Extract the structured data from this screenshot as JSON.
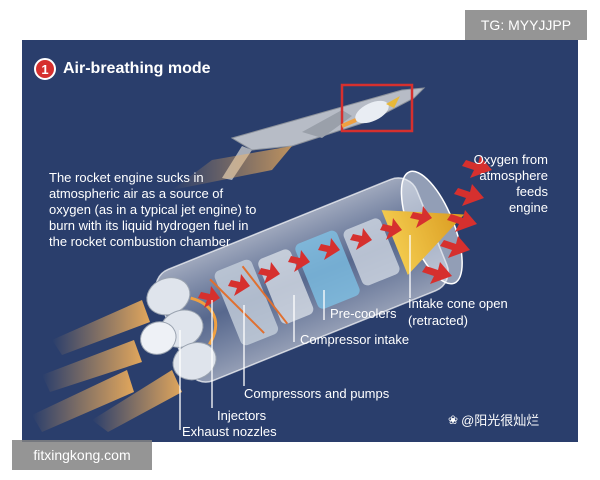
{
  "title": {
    "number": "1",
    "text": "Air-breathing mode"
  },
  "description": "The rocket engine sucks in atmospheric air as a source of oxygen (as in a typical jet engine) to burn with its liquid hydrogen fuel in the rocket combustion chamber",
  "oxygen_label": [
    "Oxygen from",
    "atmosphere",
    "feeds",
    "engine"
  ],
  "intake_label": [
    "Intake cone open",
    "(retracted)"
  ],
  "parts": {
    "precoolers": "Pre-coolers",
    "compressor_intake": "Compressor intake",
    "compressors_pumps": "Compressors and pumps",
    "injectors": "Injectors",
    "exhaust_nozzles": "Exhaust nozzles"
  },
  "watermark_tg": "TG: MYYJJPP",
  "watermark_site": "fitxingkong.com",
  "credit": "@阳光很灿烂",
  "colors": {
    "background": "#2a3e6c",
    "badge": "#d6302e",
    "arrow": "#d6302e",
    "intake_cone": "#e8b838",
    "precooler": "#7fc4e8"
  }
}
